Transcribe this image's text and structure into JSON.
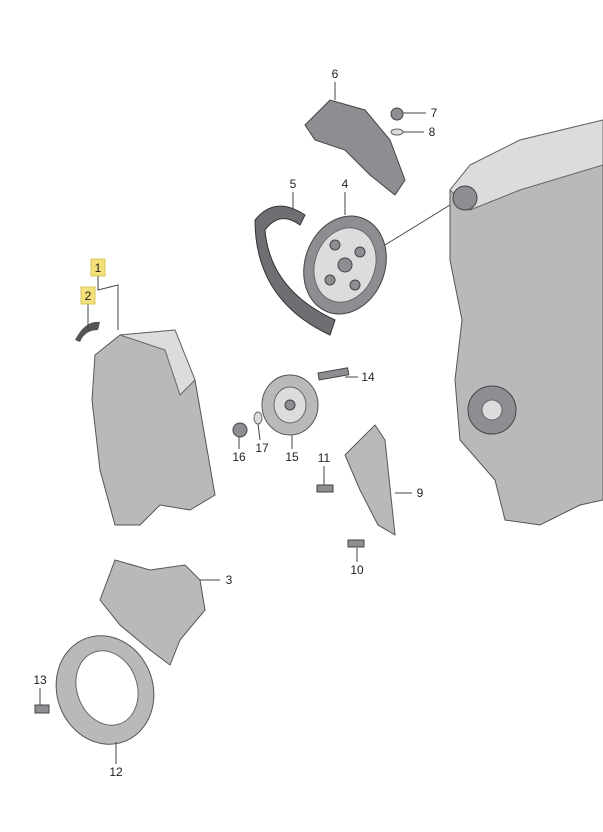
{
  "diagram": {
    "highlight_color": "#f3e07a",
    "callouts": [
      {
        "id": "1",
        "label": "1",
        "highlighted": true
      },
      {
        "id": "2",
        "label": "2",
        "highlighted": true
      },
      {
        "id": "3",
        "label": "3",
        "highlighted": false
      },
      {
        "id": "4",
        "label": "4",
        "highlighted": false
      },
      {
        "id": "5",
        "label": "5",
        "highlighted": false
      },
      {
        "id": "6",
        "label": "6",
        "highlighted": false
      },
      {
        "id": "7",
        "label": "7",
        "highlighted": false
      },
      {
        "id": "8",
        "label": "8",
        "highlighted": false
      },
      {
        "id": "9",
        "label": "9",
        "highlighted": false
      },
      {
        "id": "10",
        "label": "10",
        "highlighted": false
      },
      {
        "id": "11",
        "label": "11",
        "highlighted": false
      },
      {
        "id": "12",
        "label": "12",
        "highlighted": false
      },
      {
        "id": "13",
        "label": "13",
        "highlighted": false
      },
      {
        "id": "14",
        "label": "14",
        "highlighted": false
      },
      {
        "id": "15",
        "label": "15",
        "highlighted": false
      },
      {
        "id": "16",
        "label": "16",
        "highlighted": false
      },
      {
        "id": "17",
        "label": "17",
        "highlighted": false
      }
    ]
  }
}
